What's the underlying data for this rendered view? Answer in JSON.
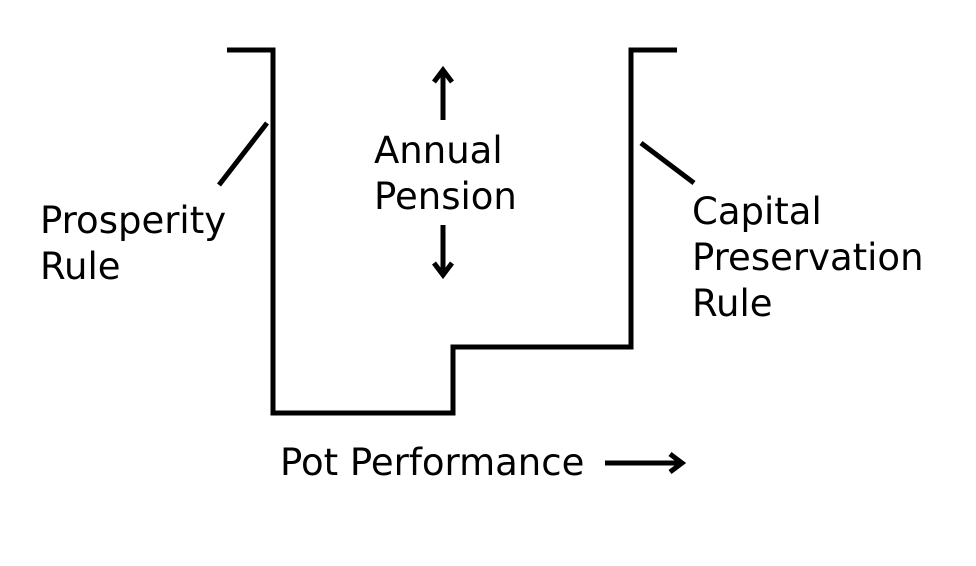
{
  "labels": {
    "prosperity_rule": [
      "Prosperity",
      "Rule"
    ],
    "capital_preservation_rule": [
      "Capital",
      "Preservation",
      "Rule"
    ],
    "annual_pension": [
      "Annual",
      "Pension"
    ],
    "pot_performance": "Pot Performance"
  },
  "colors": {
    "stroke": "#000000",
    "background": "#ffffff"
  }
}
